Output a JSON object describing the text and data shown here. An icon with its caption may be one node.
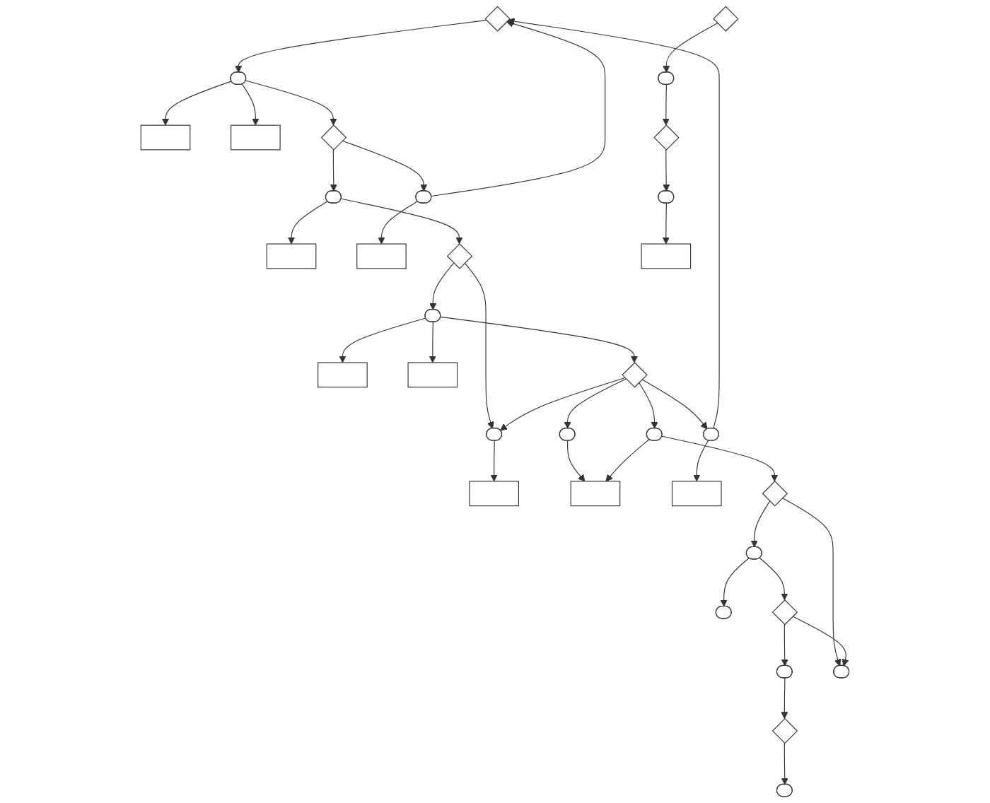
{
  "diagram": {
    "nodes": [
      {
        "text": [],
        "shape": "diamond"
      },
      {
        "text": [],
        "shape": "ellipse"
      },
      {
        "text": [],
        "shape": "box"
      },
      {
        "text": [],
        "shape": "box"
      },
      {
        "text": [],
        "shape": "diamond"
      },
      {
        "text": [],
        "shape": "ellipse"
      },
      {
        "text": [],
        "shape": "ellipse"
      },
      {
        "text": [],
        "shape": "box"
      },
      {
        "text": [],
        "shape": "box"
      },
      {
        "text": [],
        "shape": "diamond"
      },
      {
        "text": [],
        "shape": "ellipse"
      },
      {
        "text": [],
        "shape": "box"
      },
      {
        "text": [],
        "shape": "box"
      },
      {
        "text": [],
        "shape": "diamond"
      },
      {
        "text": [],
        "shape": "ellipse"
      },
      {
        "text": [],
        "shape": "ellipse"
      },
      {
        "text": [],
        "shape": "ellipse"
      },
      {
        "text": [],
        "shape": "ellipse"
      },
      {
        "text": [],
        "shape": "box"
      },
      {
        "text": [],
        "shape": "box"
      },
      {
        "text": [],
        "shape": "box"
      },
      {
        "text": [],
        "shape": "diamond"
      },
      {
        "text": [],
        "shape": "ellipse"
      },
      {
        "text": [],
        "shape": "ellipse"
      },
      {
        "text": [],
        "shape": "diamond"
      },
      {
        "text": [],
        "shape": "ellipse"
      },
      {
        "text": [],
        "shape": "ellipse"
      },
      {
        "text": [],
        "shape": "diamond"
      },
      {
        "text": [],
        "shape": "ellipse"
      },
      {
        "text": [],
        "shape": "diamond"
      },
      {
        "text": [],
        "shape": "ellipse"
      },
      {
        "text": [],
        "shape": "diamond"
      },
      {
        "text": [],
        "shape": "ellipse"
      },
      {
        "text": [],
        "shape": "box"
      }
    ],
    "edges": [
      {
        "from": 0,
        "to": 1,
        "arrow": "to"
      },
      {
        "from": 1,
        "to": 2,
        "arrow": "to"
      },
      {
        "from": 1,
        "to": 3,
        "arrow": "to"
      },
      {
        "from": 1,
        "to": 4,
        "arrow": "to"
      },
      {
        "from": 4,
        "to": 5,
        "arrow": "to"
      },
      {
        "from": 4,
        "to": 6,
        "arrow": "to"
      },
      {
        "from": 6,
        "to": 0,
        "arrow": "to"
      },
      {
        "from": 5,
        "to": 7,
        "arrow": "to"
      },
      {
        "from": 6,
        "to": 8,
        "arrow": "to"
      },
      {
        "from": 5,
        "to": 9,
        "arrow": "to"
      },
      {
        "from": 9,
        "to": 10,
        "arrow": "to"
      },
      {
        "from": 9,
        "to": 14,
        "arrow": "to"
      },
      {
        "from": 10,
        "to": 11,
        "arrow": "to"
      },
      {
        "from": 10,
        "to": 12,
        "arrow": "to"
      },
      {
        "from": 10,
        "to": 13,
        "arrow": "to"
      },
      {
        "from": 13,
        "to": 14,
        "arrow": "to"
      },
      {
        "from": 13,
        "to": 15,
        "arrow": "to"
      },
      {
        "from": 13,
        "to": 16,
        "arrow": "to"
      },
      {
        "from": 13,
        "to": 17,
        "arrow": "to"
      },
      {
        "from": 17,
        "to": 0,
        "arrow": "to"
      },
      {
        "from": 14,
        "to": 18,
        "arrow": "to"
      },
      {
        "from": 15,
        "to": 19,
        "arrow": "to"
      },
      {
        "from": 16,
        "to": 19,
        "arrow": "to"
      },
      {
        "from": 17,
        "to": 20,
        "arrow": "to"
      },
      {
        "from": 16,
        "to": 21,
        "arrow": "to"
      },
      {
        "from": 21,
        "to": 22,
        "arrow": "to"
      },
      {
        "from": 21,
        "to": 26,
        "arrow": "to"
      },
      {
        "from": 22,
        "to": 23,
        "arrow": "to"
      },
      {
        "from": 22,
        "to": 24,
        "arrow": "to"
      },
      {
        "from": 24,
        "to": 25,
        "arrow": "to"
      },
      {
        "from": 24,
        "to": 26,
        "arrow": "to"
      },
      {
        "from": 25,
        "to": 27,
        "arrow": "to"
      },
      {
        "from": 27,
        "to": 28,
        "arrow": "to"
      },
      {
        "from": 29,
        "to": 30,
        "arrow": "to"
      },
      {
        "from": 30,
        "to": 31,
        "arrow": "to"
      },
      {
        "from": 31,
        "to": 32,
        "arrow": "to"
      },
      {
        "from": 32,
        "to": 33,
        "arrow": "to"
      }
    ]
  }
}
